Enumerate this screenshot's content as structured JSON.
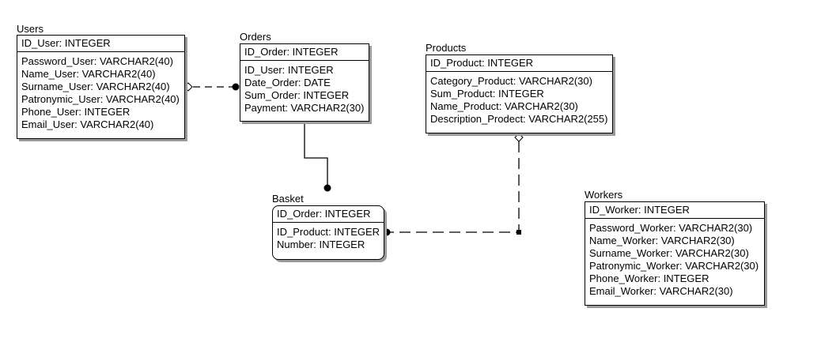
{
  "entities": {
    "users": {
      "title": "Users",
      "pk": "ID_User: INTEGER",
      "attrs": [
        "Password_User: VARCHAR2(40)",
        "Name_User: VARCHAR2(40)",
        "Surname_User: VARCHAR2(40)",
        "Patronymic_User: VARCHAR2(40)",
        "Phone_User: INTEGER",
        "Email_User: VARCHAR2(40)"
      ]
    },
    "orders": {
      "title": "Orders",
      "pk": "ID_Order: INTEGER",
      "attrs": [
        "ID_User: INTEGER",
        "Date_Order: DATE",
        "Sum_Order: INTEGER",
        "Payment: VARCHAR2(30)"
      ]
    },
    "products": {
      "title": "Products",
      "pk": "ID_Product: INTEGER",
      "attrs": [
        "Category_Product: VARCHAR2(30)",
        "Sum_Product: INTEGER",
        "Name_Product: VARCHAR2(30)",
        "Description_Prodect: VARCHAR2(255)"
      ]
    },
    "basket": {
      "title": "Basket",
      "pk": "ID_Order: INTEGER",
      "attrs": [
        "ID_Product: INTEGER",
        "Number: INTEGER"
      ]
    },
    "workers": {
      "title": "Workers",
      "pk": "ID_Worker: INTEGER",
      "attrs": [
        "Password_Worker: VARCHAR2(30)",
        "Name_Worker: VARCHAR2(30)",
        "Surname_Worker: VARCHAR2(30)",
        "Patronymic_Worker: VARCHAR2(30)",
        "Phone_Worker: INTEGER",
        "Email_Worker: VARCHAR2(30)"
      ]
    }
  },
  "relationships": [
    {
      "from": "Users",
      "to": "Orders",
      "style": "dashed",
      "identifying": false
    },
    {
      "from": "Orders",
      "to": "Basket",
      "style": "solid",
      "identifying": true
    },
    {
      "from": "Products",
      "to": "Basket",
      "style": "dashed",
      "identifying": false
    }
  ]
}
